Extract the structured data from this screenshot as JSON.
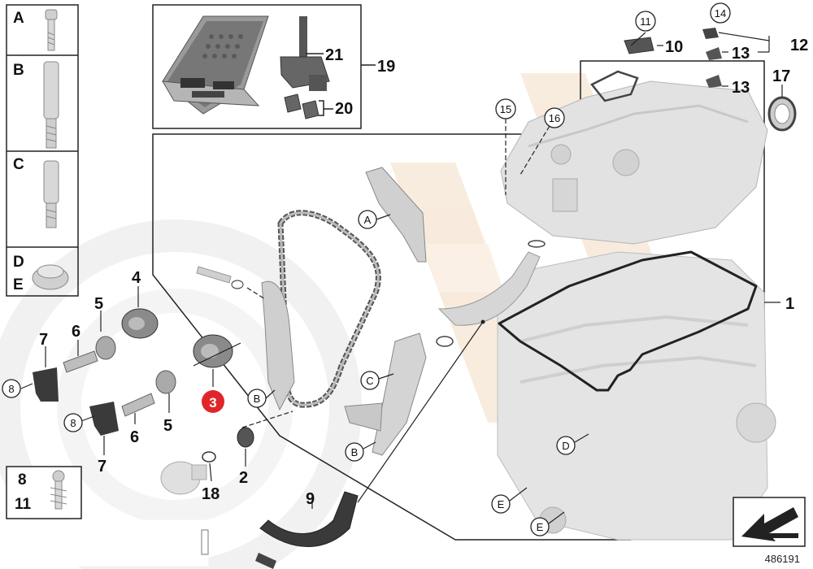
{
  "diagram_id": "486191",
  "highlight_color": "#e0262b",
  "watermark_color": "#e8cdb0",
  "callouts": {
    "c1": "1",
    "c2": "2",
    "c3": "3",
    "c4": "4",
    "c5a": "5",
    "c5b": "5",
    "c6a": "6",
    "c6b": "6",
    "c7a": "7",
    "c7b": "7",
    "c8a": "8",
    "c8b": "8",
    "c9": "9",
    "c10": "10",
    "c11": "11",
    "c12": "12",
    "c13a": "13",
    "c13b": "13",
    "c14": "14",
    "c15": "15",
    "c16": "16",
    "c17": "17",
    "c18": "18",
    "c19": "19",
    "c20": "20",
    "c21": "21"
  },
  "part_letters": {
    "A": "A",
    "B": "B",
    "C": "C",
    "D": "D",
    "E": "E"
  },
  "legend_bottom": {
    "line1": "8",
    "line2": "11"
  }
}
